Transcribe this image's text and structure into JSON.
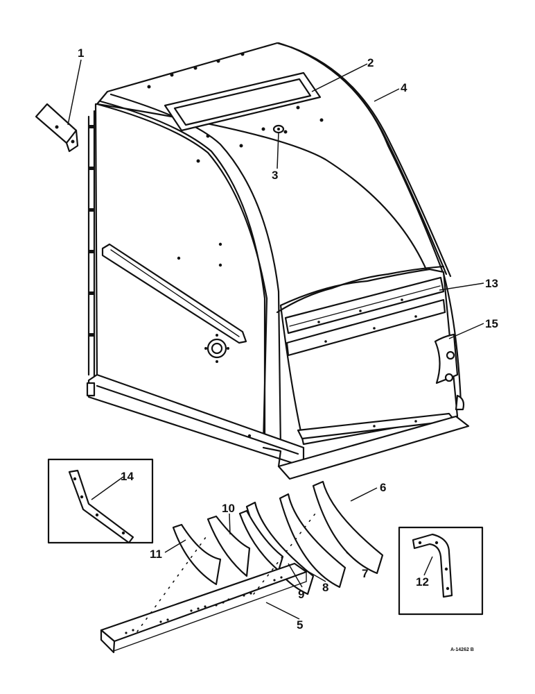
{
  "callouts": [
    {
      "id": "1",
      "label": "1"
    },
    {
      "id": "2",
      "label": "2"
    },
    {
      "id": "3",
      "label": "3"
    },
    {
      "id": "4",
      "label": "4"
    },
    {
      "id": "5",
      "label": "5"
    },
    {
      "id": "6",
      "label": "6"
    },
    {
      "id": "7",
      "label": "7"
    },
    {
      "id": "8",
      "label": "8"
    },
    {
      "id": "9",
      "label": "9"
    },
    {
      "id": "10",
      "label": "10"
    },
    {
      "id": "11",
      "label": "11"
    },
    {
      "id": "12",
      "label": "12"
    },
    {
      "id": "13",
      "label": "13"
    },
    {
      "id": "14",
      "label": "14"
    },
    {
      "id": "15",
      "label": "15"
    }
  ],
  "drawing_code": "A-14262 B"
}
